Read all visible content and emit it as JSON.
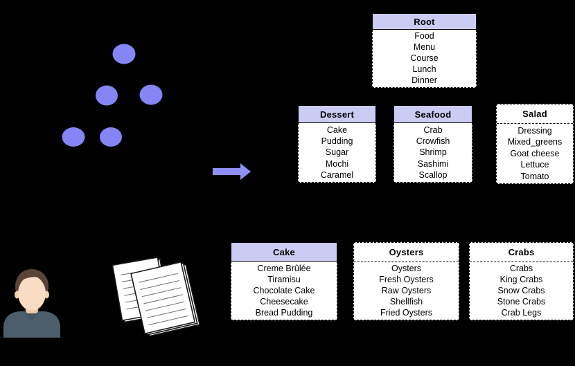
{
  "scene": {
    "background_color": "#000000",
    "node_color": "#8585f5",
    "arrow_color": "#8f8ff6",
    "header_fill_color": "#cbcbf4",
    "box_body_color": "#ffffff",
    "text_color": "#000000"
  },
  "graph": {
    "icon": "graph-node-icon",
    "node_count": 5
  },
  "icons": {
    "arrow": "right-arrow-icon",
    "person": "person-icon",
    "documents": "documents-icon"
  },
  "boxes": [
    {
      "title": "Root",
      "style": "filled",
      "items": [
        "Food",
        "Menu",
        "Course",
        "Lunch",
        "Dinner"
      ]
    },
    {
      "title": "Dessert",
      "style": "filled",
      "items": [
        "Cake",
        "Pudding",
        "Sugar",
        "Mochi",
        "Caramel"
      ]
    },
    {
      "title": "Seafood",
      "style": "filled",
      "items": [
        "Crab",
        "Crowfish",
        "Shrimp",
        "Sashimi",
        "Scallop"
      ]
    },
    {
      "title": "Salad",
      "style": "plain",
      "items": [
        "Dressing",
        "Mixed_greens",
        "Goat cheese",
        "Lettuce",
        "Tomato"
      ]
    },
    {
      "title": "Cake",
      "style": "filled",
      "items": [
        "Creme Brûlée",
        "Tiramisu",
        "Chocolate Cake",
        "Cheesecake",
        "Bread Pudding"
      ]
    },
    {
      "title": "Oysters",
      "style": "plain",
      "items": [
        "Oysters",
        "Fresh Oysters",
        "Raw Oysters",
        "Shellfish",
        "Fried Oysters"
      ]
    },
    {
      "title": "Crabs",
      "style": "plain",
      "items": [
        "Crabs",
        "King Crabs",
        "Snow Crabs",
        "Stone Crabs",
        "Crab Legs"
      ]
    }
  ]
}
